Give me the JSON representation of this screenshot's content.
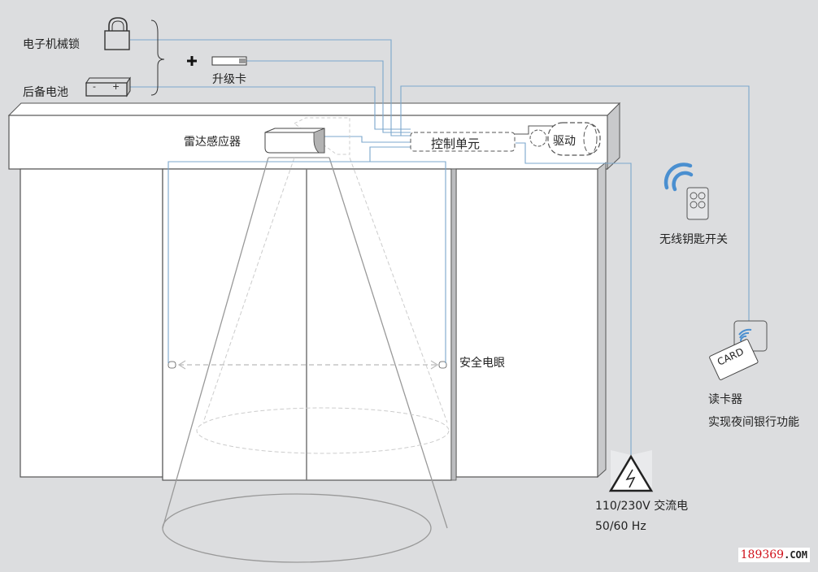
{
  "labels": {
    "lock": "电子机械锁",
    "battery": "后备电池",
    "plus": "+",
    "upgrade_card": "升级卡",
    "radar_sensor": "雷达感应器",
    "control_unit": "控制单元",
    "drive": "驱动",
    "safety_eye": "安全电眼",
    "wireless_key": "无线钥匙开关",
    "card_reader": "读卡器",
    "card_reader_desc": "实现夜间银行功能",
    "card_text": "CARD",
    "power_voltage": "110/230V 交流电",
    "power_freq": "50/60 Hz",
    "battery_minus": "-",
    "battery_plus": "+"
  },
  "watermark": {
    "number": "189369",
    "suffix": ".COM"
  },
  "colors": {
    "background": "#dcdddf",
    "wire": "#7ba7cc",
    "outline": "#555555",
    "wifi": "#4a8fd0",
    "watermark_red": "#d0101a"
  }
}
